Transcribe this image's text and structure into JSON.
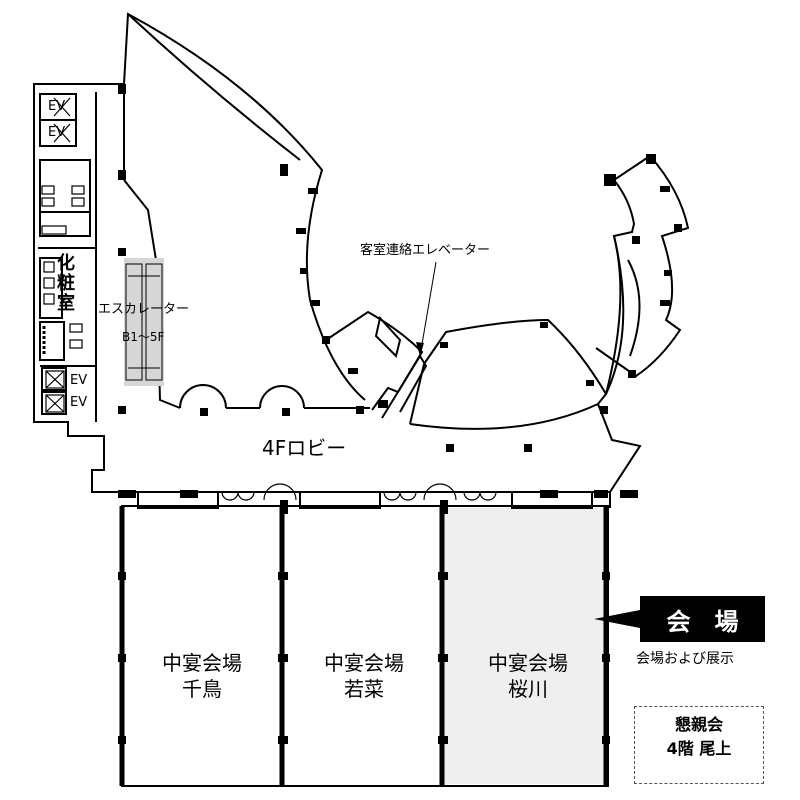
{
  "labels": {
    "ev": "EV",
    "powder_room": "化粧室",
    "escalator": "エスカレーター",
    "escalator_range": "B1〜5F",
    "guest_elevator": "客室連絡エレベーター",
    "lobby": "4Fロビー"
  },
  "rooms": [
    {
      "line1": "中宴会場",
      "line2": "千鳥",
      "highlighted": false
    },
    {
      "line1": "中宴会場",
      "line2": "若菜",
      "highlighted": false
    },
    {
      "line1": "中宴会場",
      "line2": "桜川",
      "highlighted": true
    }
  ],
  "callout": {
    "title": "会場",
    "subtitle": "会場および展示"
  },
  "info": {
    "line1": "懇親会",
    "line2": "4階 尾上"
  },
  "colors": {
    "highlight": "#efefef",
    "wall": "#000000",
    "callout_bg": "#000000"
  },
  "icons": [
    "elevator-icon",
    "toilet-icon",
    "escalator-icon",
    "door-icon",
    "pillar-icon"
  ]
}
